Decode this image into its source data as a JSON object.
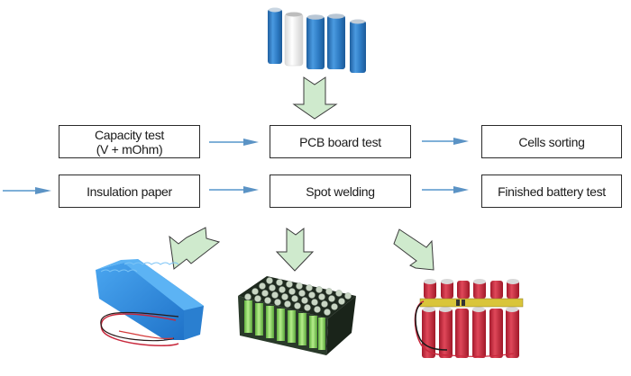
{
  "diagram": {
    "title": "",
    "steps": {
      "capacity_test": {
        "line1": "Capacity test",
        "line2": "(V + mOhm)"
      },
      "pcb_board_test": "PCB board test",
      "cells_sorting": "Cells sorting",
      "insulation_paper": "Insulation paper",
      "spot_welding": "Spot welding",
      "finished_battery_test": "Finished battery test"
    },
    "images": {
      "top": "cylindrical-cells",
      "bottom_left": "blue-wrapped-battery-pack",
      "bottom_center": "green-cell-pack-in-holder",
      "bottom_right": "red-cell-pack-with-pcb"
    },
    "colors": {
      "flow_arrow": "#5b93c5",
      "block_arrow_fill": "#cfeacd",
      "block_arrow_stroke": "#3b3b3b",
      "box_border": "#2a2a2a",
      "cell_blue": "#2f7fc4",
      "cell_white": "#f2f2f2",
      "pack_blue": "#2f8ddc",
      "pack_green": "#8fd66a",
      "pack_red": "#c8283c",
      "pcb_yellow": "#d9c53a"
    }
  }
}
